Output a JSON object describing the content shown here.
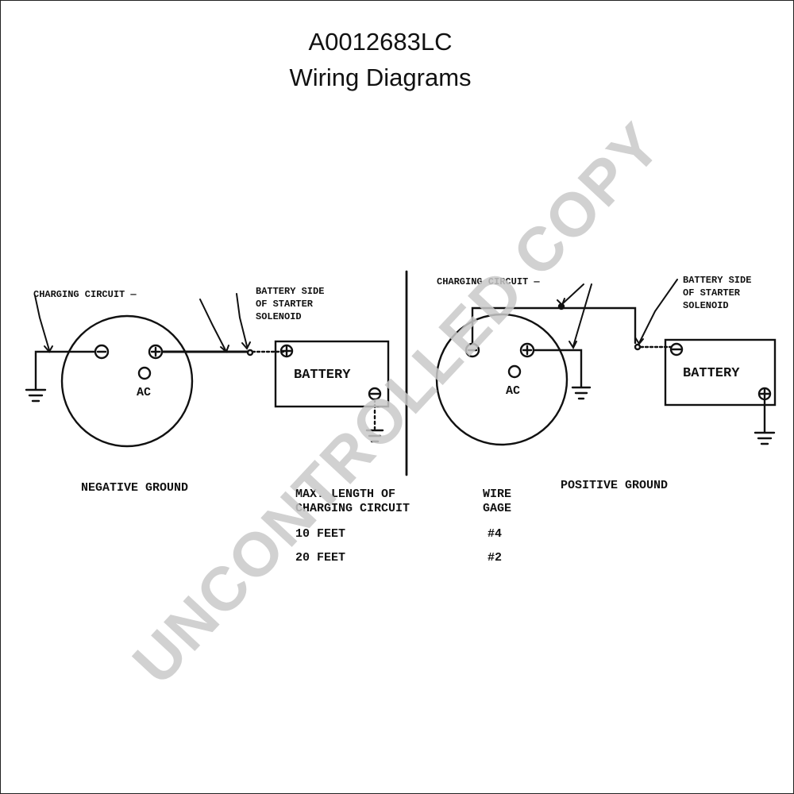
{
  "header": {
    "part_number": "A0012683LC",
    "title": "Wiring Diagrams"
  },
  "diagrams": {
    "negative": {
      "charging_circuit": "CHARGING CIRCUIT —",
      "battery_side": [
        "BATTERY SIDE",
        "OF STARTER",
        "SOLENOID"
      ],
      "battery": "BATTERY",
      "ac": "AC",
      "caption": "NEGATIVE GROUND"
    },
    "positive": {
      "charging_circuit": "CHARGING CIRCUIT —",
      "battery_side": [
        "BATTERY SIDE",
        "OF STARTER",
        "SOLENOID"
      ],
      "battery": "BATTERY",
      "ac": "AC",
      "caption": "POSITIVE GROUND"
    }
  },
  "wire_table": {
    "col1_header": [
      "MAX. LENGTH OF",
      "CHARGING CIRCUIT"
    ],
    "col2_header": [
      "WIRE",
      "GAGE"
    ],
    "rows": [
      {
        "length": "10 FEET",
        "gage": "#4"
      },
      {
        "length": "20 FEET",
        "gage": "#2"
      }
    ]
  },
  "watermark": "UNCONTROLLED COPY"
}
